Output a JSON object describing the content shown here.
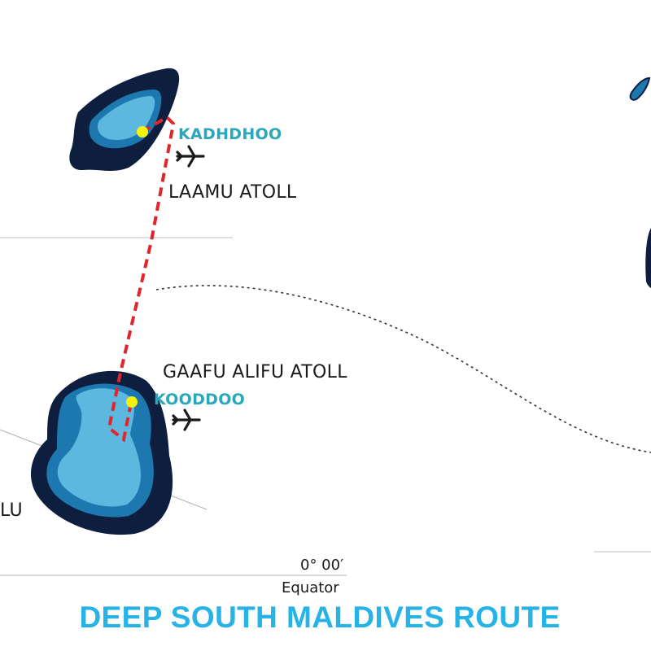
{
  "title": "DEEP SOUTH MALDIVES ROUTE",
  "atolls": {
    "laamu": "LAAMU ATOLL",
    "gaafu_alifu": "GAAFU ALIFU ATOLL",
    "partial_left": "LU"
  },
  "islands": {
    "kadhdhoo": "KADHDHOO",
    "kooddoo": "KOODDOO"
  },
  "equator": {
    "coordinate": "0° 00′",
    "label": "Equator"
  },
  "icons": [
    "airplane-icon",
    "airport-marker"
  ],
  "colors": {
    "title": "#27b3e6",
    "island_label": "#2aa7b8",
    "route": "#e0262c",
    "marker": "#f5f10c",
    "atoll_outer": "#0e1e3e",
    "atoll_mid": "#1d78b0",
    "atoll_inner": "#5cb8de",
    "line": "#c8c8c8"
  }
}
